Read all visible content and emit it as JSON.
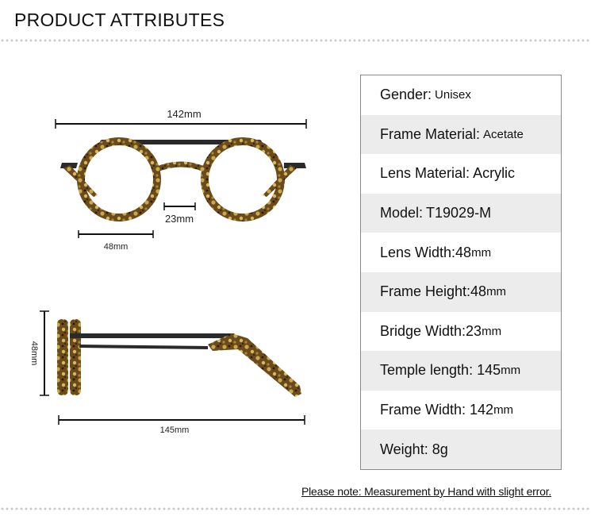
{
  "header": {
    "title": "PRODUCT ATTRIBUTES"
  },
  "diagram": {
    "front": {
      "total_width": "142mm",
      "bridge": "23mm",
      "lens_width": "48mm"
    },
    "side": {
      "height": "48mm",
      "temple_length": "145mm"
    }
  },
  "attributes": [
    {
      "label": "Gender:",
      "value": "Unisex",
      "shaded": false
    },
    {
      "label": "Frame Material:",
      "value": "Acetate",
      "shaded": true
    },
    {
      "label": "Lens Material:",
      "value": "Acrylic",
      "shaded": false
    },
    {
      "label": "Model:",
      "value": "T19029-M",
      "shaded": true
    },
    {
      "label": "Lens Width:48",
      "value": "mm",
      "shaded": false
    },
    {
      "label": "Frame Height:48",
      "value": "mm",
      "shaded": true
    },
    {
      "label": "Bridge Width:23",
      "value": "mm",
      "shaded": false
    },
    {
      "label": "Temple length: 145",
      "value": "mm",
      "shaded": true
    },
    {
      "label": "Frame Width: 142",
      "value": "mm",
      "shaded": false
    },
    {
      "label": "Weight: 8g",
      "value": "",
      "shaded": true
    }
  ],
  "note": "Please note: Measurement by Hand with slight error.",
  "colors": {
    "tortoise_dark": "#3a2a14",
    "tortoise_mid": "#8a6a2a",
    "tortoise_light": "#c9a84a",
    "metal": "#2a2a2a"
  }
}
